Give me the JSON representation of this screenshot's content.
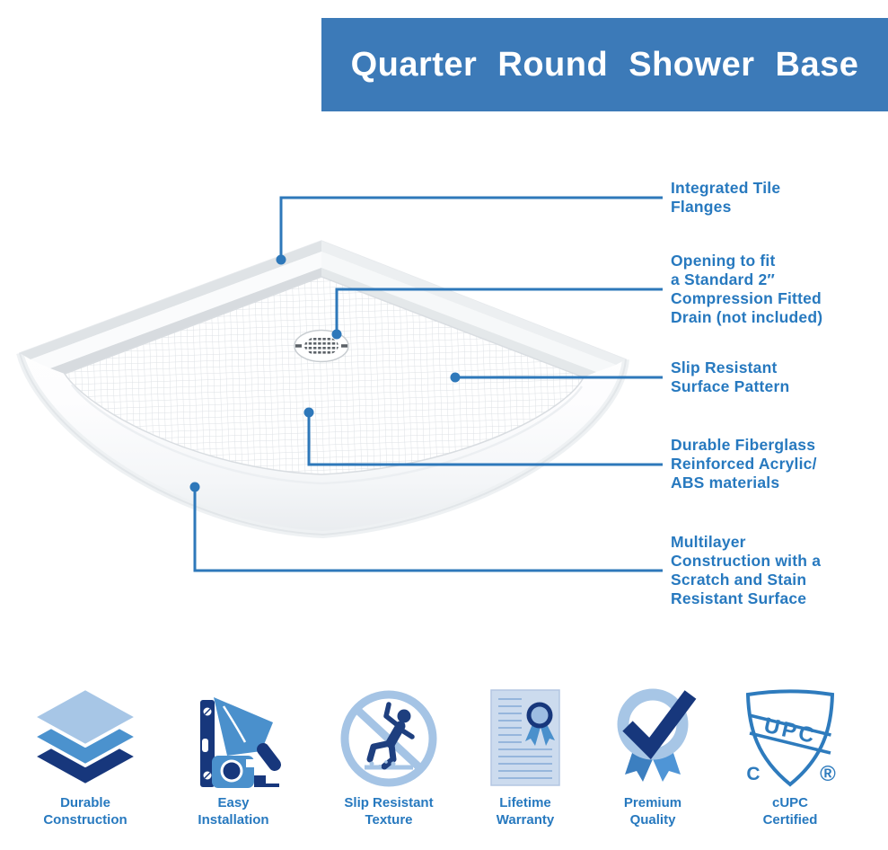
{
  "banner": {
    "title": "Quarter Round Shower Base"
  },
  "callouts": [
    {
      "label": "Integrated Tile\nFlanges"
    },
    {
      "label": "Opening to fit\na Standard 2″\nCompression Fitted\nDrain (not included)"
    },
    {
      "label": "Slip Resistant\nSurface Pattern"
    },
    {
      "label": "Durable Fiberglass\nReinforced Acrylic/\nABS materials"
    },
    {
      "label": "Multilayer\nConstruction with a\nScratch and Stain\nResistant Surface"
    }
  ],
  "features": [
    {
      "icon": "layers-icon",
      "label": "Durable\nConstruction"
    },
    {
      "icon": "trowel-level-tape-icon",
      "label": "Easy\nInstallation"
    },
    {
      "icon": "no-slip-icon",
      "label": "Slip Resistant\nTexture"
    },
    {
      "icon": "warranty-certificate-icon",
      "label": "Lifetime\nWarranty"
    },
    {
      "icon": "award-ribbon-check-icon",
      "label": "Premium\nQuality"
    },
    {
      "icon": "upc-shield-icon",
      "label": "cUPC\nCertified"
    }
  ],
  "upc_shield": {
    "band_text": "UPC",
    "left_mark": "C",
    "right_mark": "®"
  },
  "colors": {
    "banner_blue": "#3c7ab8",
    "text_blue": "#2779bf",
    "callout_line_blue": "#2e78ba",
    "icon_navy": "#17377c",
    "icon_medium_blue": "#4a90cc",
    "icon_light_blue": "#a5c4e5",
    "certificate_pale_blue": "#ccdbee"
  }
}
